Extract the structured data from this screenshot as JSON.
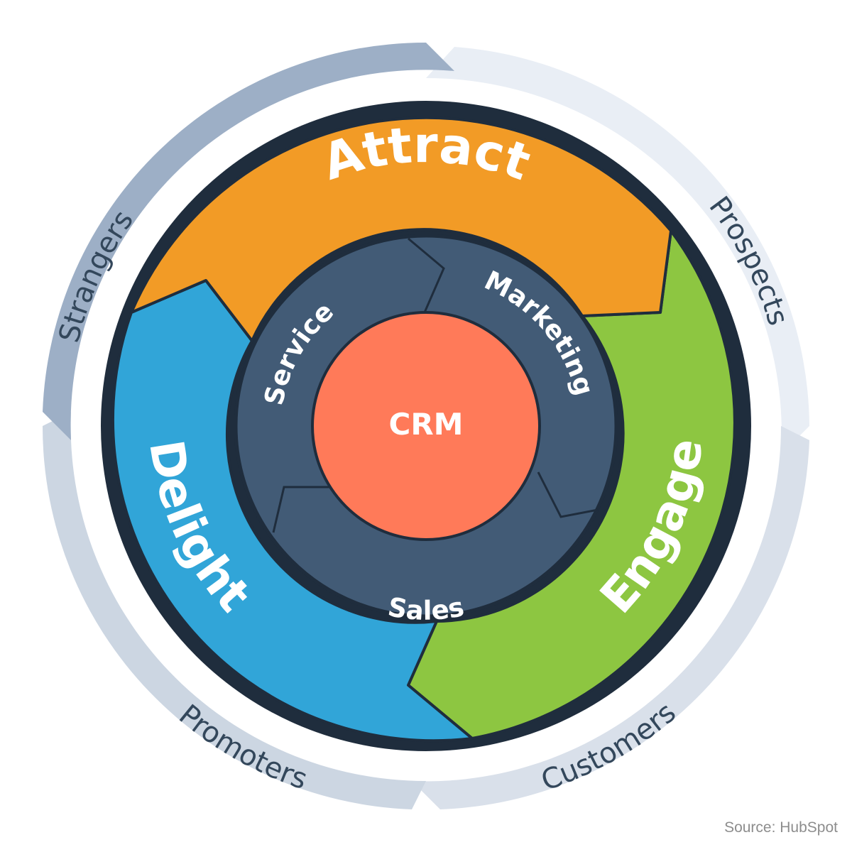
{
  "outer_ring": {
    "labels": [
      "Strangers",
      "Prospects",
      "Customers",
      "Promoters"
    ],
    "colors": [
      "#9dafc6",
      "#e9eef5",
      "#d9e0ea",
      "#ccd6e2"
    ]
  },
  "stages": {
    "attract": {
      "label": "Attract",
      "color": "#f29b26"
    },
    "engage": {
      "label": "Engage",
      "color": "#8dc641"
    },
    "delight": {
      "label": "Delight",
      "color": "#31a5d8"
    }
  },
  "hub": {
    "color": "#425b76",
    "labels": {
      "service": "Service",
      "marketing": "Marketing",
      "sales": "Sales"
    }
  },
  "core": {
    "label": "CRM",
    "color": "#ff7a59"
  },
  "outline_color": "#1f2d3d",
  "source": "Source: HubSpot"
}
